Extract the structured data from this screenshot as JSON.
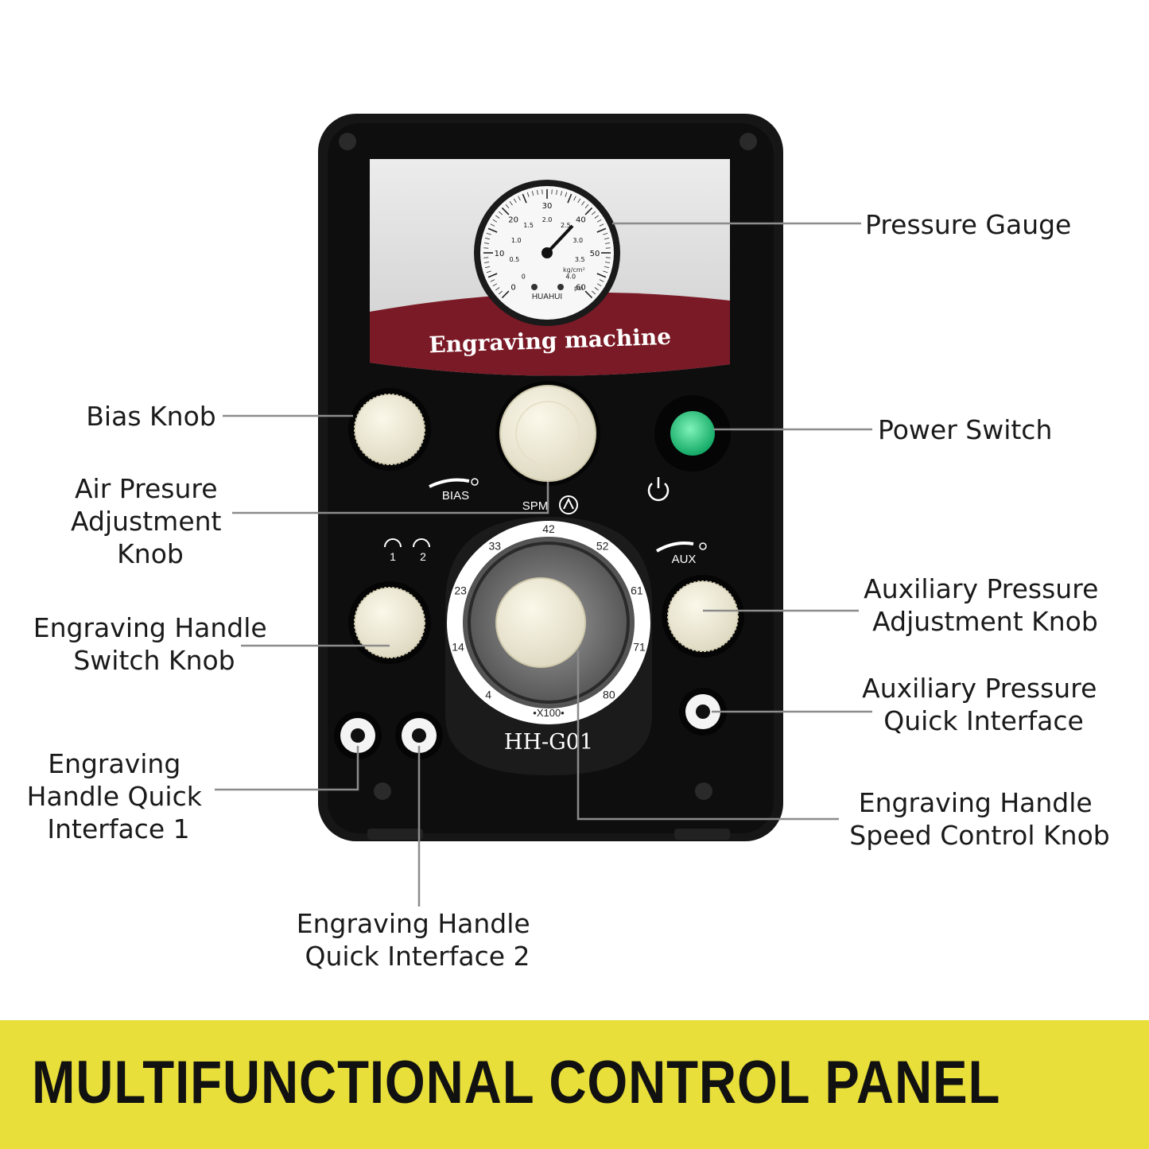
{
  "brand": {
    "title": "Engraving machine",
    "model": "HH-G01",
    "gauge_maker": "HUAHUI",
    "gauge_unit_kg": "kg/cm²",
    "gauge_unit_psi": "psi",
    "gauge_psi_ticks": [
      "0",
      "10",
      "20",
      "30",
      "40",
      "50",
      "60"
    ],
    "gauge_kg_ticks": [
      "0",
      "0.5",
      "1.0",
      "1.5",
      "2.0",
      "2.5",
      "3.0",
      "3.5",
      "4.0"
    ]
  },
  "panel_marks": {
    "bias": "BIAS",
    "spm": "SPM",
    "aux": "AUX",
    "switch_1": "1",
    "switch_2": "2",
    "dial_multiplier": "•X100•",
    "dial_ticks": [
      "4",
      "14",
      "23",
      "33",
      "42",
      "52",
      "61",
      "71",
      "80"
    ]
  },
  "callouts": {
    "pressure_gauge": [
      "Pressure Gauge"
    ],
    "bias_knob": [
      "Bias Knob"
    ],
    "power_switch": [
      "Power Switch"
    ],
    "air_pressure_knob": [
      "Air Presure",
      "Adjustment",
      "Knob"
    ],
    "aux_pressure_knob": [
      "Auxiliary Pressure",
      "Adjustment Knob"
    ],
    "handle_switch_knob": [
      "Engraving Handle",
      "Switch Knob"
    ],
    "aux_quick_interface": [
      "Auxiliary Pressure",
      "Quick Interface"
    ],
    "handle_quick_1": [
      "Engraving",
      "Handle Quick",
      "Interface 1"
    ],
    "speed_control_knob": [
      "Engraving Handle",
      "Speed Control Knob"
    ],
    "handle_quick_2": [
      "Engraving Handle",
      "Quick Interface 2"
    ]
  },
  "banner": {
    "title": "MULTIFUNCTIONAL CONTROL PANEL"
  },
  "colors": {
    "banner": "#e8df3a",
    "stripe": "#7a1a26",
    "power_led": "#1fc27a",
    "body": "#141414"
  }
}
